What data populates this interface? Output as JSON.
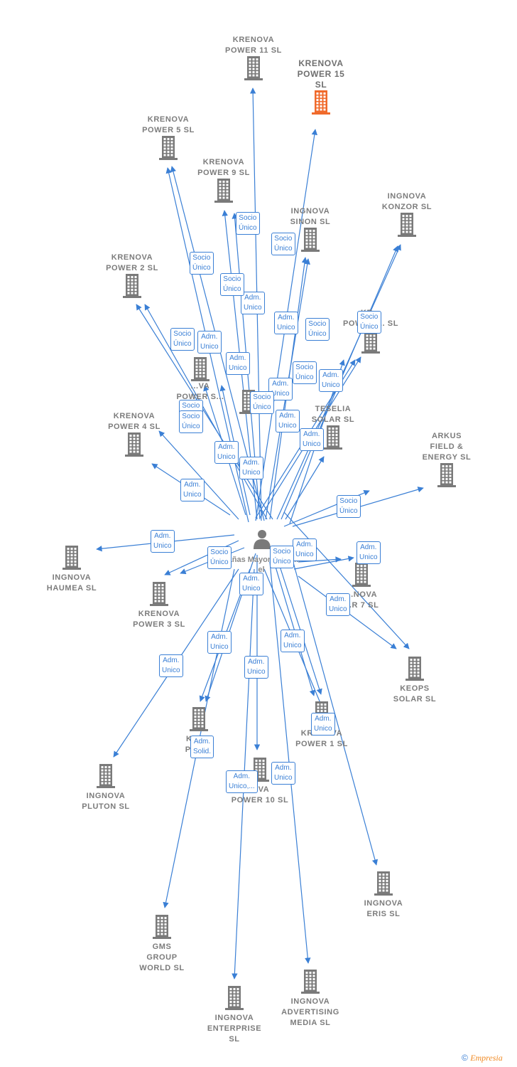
{
  "center": {
    "name": "Cañas Mayordomo ... el"
  },
  "companies": [
    {
      "id": "kp11",
      "name": "KRENOVA\nPOWER 11  SL"
    },
    {
      "id": "kp15",
      "name": "KRENOVA\nPOWER 15\nSL",
      "highlight": true
    },
    {
      "id": "kp5",
      "name": "KRENOVA\nPOWER 5  SL"
    },
    {
      "id": "kp9",
      "name": "KRENOVA\nPOWER 9  SL"
    },
    {
      "id": "isinon",
      "name": "INGNOVA\nSINON  SL"
    },
    {
      "id": "ikonzor",
      "name": "INGNOVA\nKONZOR  SL"
    },
    {
      "id": "kp2",
      "name": "KRENOVA\nPOWER 2  SL"
    },
    {
      "id": "kpx",
      "name": "KR...\nPOWER ...  SL"
    },
    {
      "id": "kpc",
      "name": "...VA\nPOWER  S..."
    },
    {
      "id": "kpd",
      "name": ""
    },
    {
      "id": "tesel",
      "name": "TESELIA\nSOLAR  SL"
    },
    {
      "id": "kp4",
      "name": "KRENOVA\nPOWER 4  SL"
    },
    {
      "id": "arkus",
      "name": "ARKUS\nFIELD &\nENERGY  SL"
    },
    {
      "id": "ihaumea",
      "name": "INGNOVA\nHAUMEA  SL"
    },
    {
      "id": "kp3",
      "name": "KRENOVA\nPOWER 3  SL"
    },
    {
      "id": "kp7",
      "name": "...NOVA\n...R 7  SL"
    },
    {
      "id": "keops",
      "name": "KEOPS\nSOLAR  SL"
    },
    {
      "id": "kpow",
      "name": "KRE...\nPOW..."
    },
    {
      "id": "kp1",
      "name": "KRENOVA\nPOWER 1  SL"
    },
    {
      "id": "ipluton",
      "name": "INGNOVA\nPLUTON  SL"
    },
    {
      "id": "kp10",
      "name": "...VA\nPOWER 10  SL"
    },
    {
      "id": "ieris",
      "name": "INGNOVA\nERIS  SL"
    },
    {
      "id": "gms",
      "name": "GMS\nGROUP\nWORLD  SL"
    },
    {
      "id": "iadv",
      "name": "INGNOVA\nADVERTISING\nMEDIA  SL"
    },
    {
      "id": "ient",
      "name": "INGNOVA\nENTERPRISE\nSL"
    }
  ],
  "relations": [
    {
      "label": "Socio\nÚnico"
    },
    {
      "label": "Socio\nÚnico"
    },
    {
      "label": "Socio\nÚnico"
    },
    {
      "label": "Socio\nÚnico"
    },
    {
      "label": "Adm.\nUnico"
    },
    {
      "label": "Adm.\nUnico"
    },
    {
      "label": "Socio\nÚnico"
    },
    {
      "label": "Socio\nÚnico"
    },
    {
      "label": "Socio\nÚnico"
    },
    {
      "label": "Adm.\nUnico"
    },
    {
      "label": "Adm.\nUnico"
    },
    {
      "label": "Socio\nÚnico"
    },
    {
      "label": "Adm.\nUnico"
    },
    {
      "label": "Adm.\nUnico"
    },
    {
      "label": "Socio\nÚnico"
    },
    {
      "label": "Socio\nÚnico"
    },
    {
      "label": "Socio\nÚnico"
    },
    {
      "label": "Adm.\nUnico"
    },
    {
      "label": "Adm.\nUnico"
    },
    {
      "label": "Adm.\nUnico"
    },
    {
      "label": "Adm.\nUnico"
    },
    {
      "label": "Socio\nÚnico"
    },
    {
      "label": "Adm.\nUnico"
    },
    {
      "label": "Adm.\nUnico"
    },
    {
      "label": "Socio\nÚnico"
    },
    {
      "label": "Adm.\nUnico"
    },
    {
      "label": "Socio\nÚnico"
    },
    {
      "label": "Adm.\nUnico"
    },
    {
      "label": "Adm.\nUnico"
    },
    {
      "label": "Adm.\nUnico"
    },
    {
      "label": "Adm.\nUnico"
    },
    {
      "label": "Adm.\nUnico"
    },
    {
      "label": "Adm.\nUnico"
    },
    {
      "label": "Adm.\nUnico"
    },
    {
      "label": "Adm.\nSolid."
    },
    {
      "label": "Adm.\nUnico,..."
    },
    {
      "label": "Adm.\nUnico"
    },
    {
      "label": "Adm.\nUnico"
    }
  ],
  "footer": {
    "copyright": "©",
    "brand": "Empresia"
  },
  "colors": {
    "line": "#3a7fd5",
    "building": "#7a7a7a",
    "highlight": "#f06a2b",
    "person": "#7a7a7a"
  }
}
